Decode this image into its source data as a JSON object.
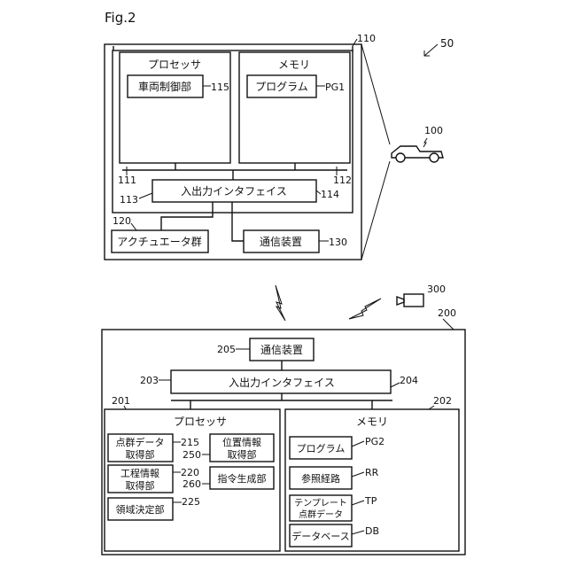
{
  "fig_title": "Fig.2",
  "ref_50": "50",
  "vehicle_block": {
    "ref": "110",
    "processor": {
      "title": "プロセッサ",
      "module": "車両制御部",
      "module_ref": "115",
      "ref": "111"
    },
    "memory": {
      "title": "メモリ",
      "program": "プログラム",
      "program_ref": "PG1",
      "ref": "112"
    },
    "io_interface": {
      "label": "入出力インタフェイス",
      "ref_left": "113",
      "ref_right": "114"
    },
    "actuators": {
      "label": "アクチュエータ群",
      "ref": "120"
    },
    "comm": {
      "label": "通信装置",
      "ref": "130"
    }
  },
  "vehicle": {
    "ref": "100"
  },
  "camera": {
    "ref": "300"
  },
  "server_block": {
    "ref": "200",
    "comm": {
      "label": "通信装置",
      "ref": "205"
    },
    "io_interface": {
      "label": "入出力インタフェイス",
      "ref_left": "203",
      "ref_right": "204"
    },
    "processor": {
      "title": "プロセッサ",
      "ref": "201",
      "modules": {
        "point_cloud": {
          "line1": "点群データ",
          "line2": "取得部",
          "ref": "215"
        },
        "position": {
          "line1": "位置情報",
          "line2": "取得部",
          "ref": "250"
        },
        "process": {
          "line1": "工程情報",
          "line2": "取得部",
          "ref": "220"
        },
        "command": {
          "label": "指令生成部",
          "ref": "260"
        },
        "region": {
          "label": "領域決定部",
          "ref": "225"
        }
      }
    },
    "memory": {
      "title": "メモリ",
      "ref": "202",
      "items": {
        "program": {
          "label": "プログラム",
          "ref": "PG2"
        },
        "route": {
          "label": "参照経路",
          "ref": "RR"
        },
        "template": {
          "line1": "テンプレート",
          "line2": "点群データ",
          "ref": "TP"
        },
        "database": {
          "label": "データベース",
          "ref": "DB"
        }
      }
    }
  }
}
